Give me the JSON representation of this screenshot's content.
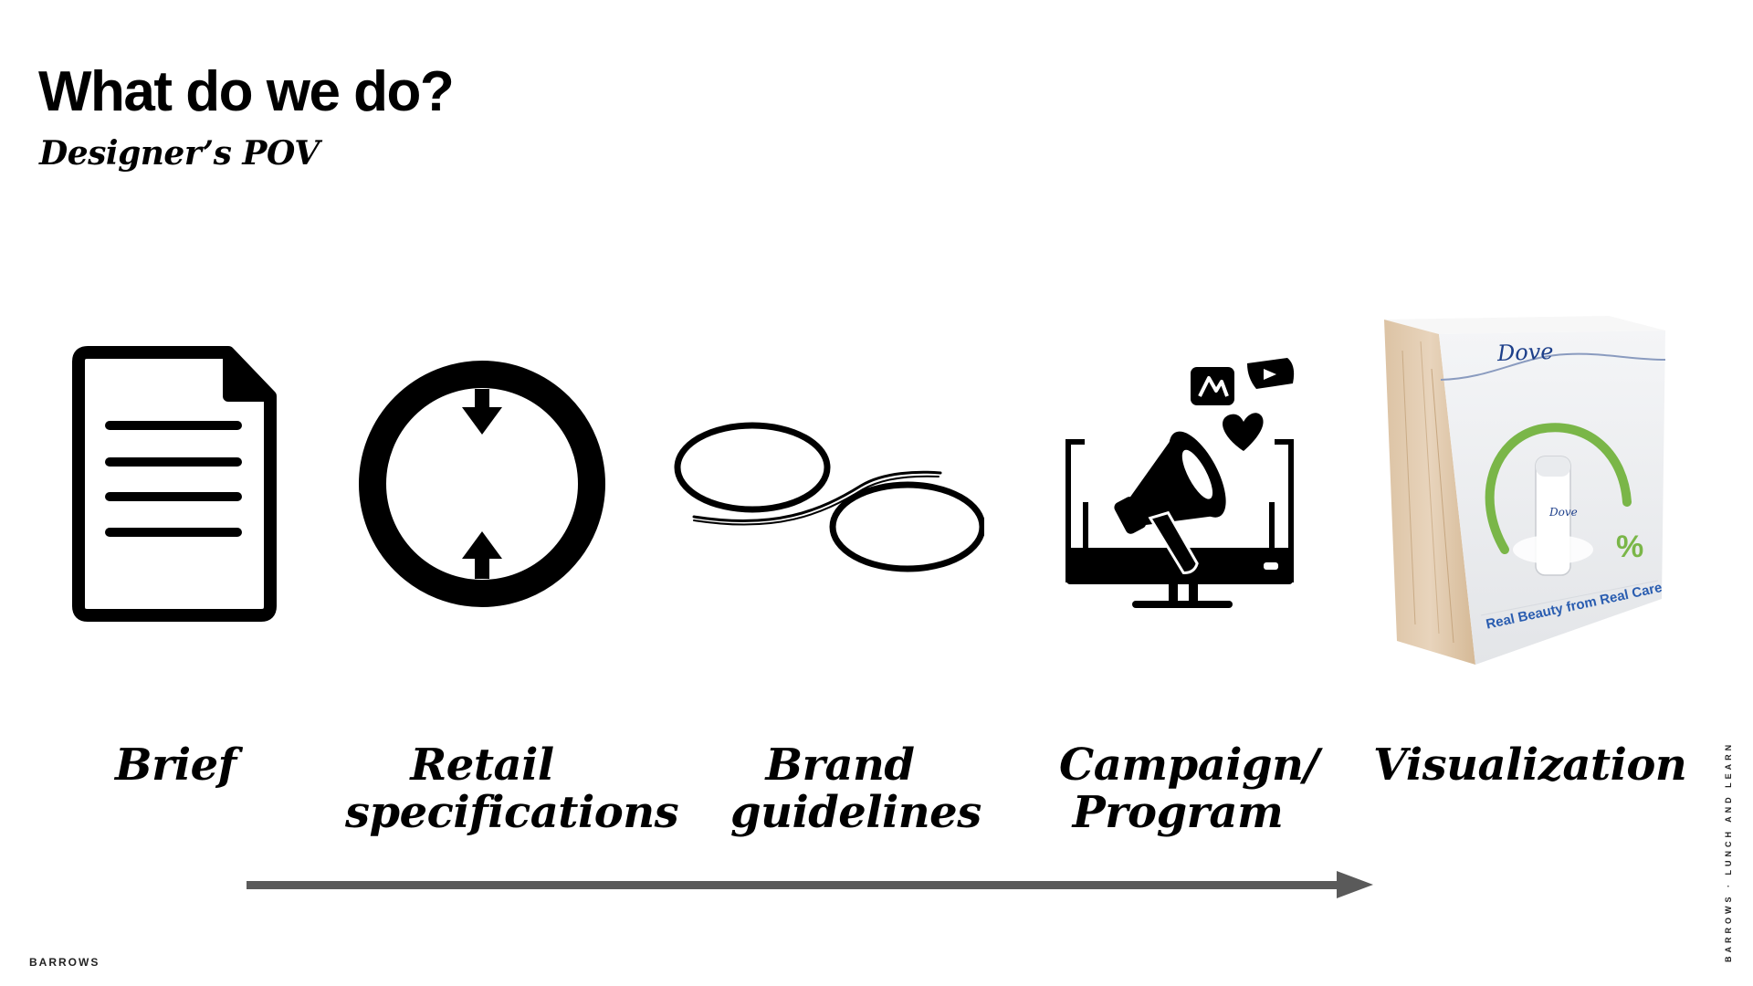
{
  "slide": {
    "title": "What do we do?",
    "subtitle": "Designer’s POV"
  },
  "steps": [
    {
      "icon": "document-icon",
      "label_lines": [
        "Brief"
      ]
    },
    {
      "icon": "retail-spec-icon",
      "label_lines": [
        "Retail",
        "specifications"
      ]
    },
    {
      "icon": "brand-guidelines-icon",
      "label_lines": [
        "Brand",
        "guidelines"
      ]
    },
    {
      "icon": "megaphone-monitor-icon",
      "label_lines": [
        "Campaign/",
        "Program"
      ]
    },
    {
      "icon": "product-display-image",
      "label_lines": [
        "Visualization"
      ]
    }
  ],
  "visualization_box": {
    "brand": "Dove",
    "tagline": "Real Beauty from Real Care",
    "product_label": "Dove",
    "percent_symbol": "%",
    "accent_color": "#7ab648",
    "brand_color": "#1d3f8a"
  },
  "footer": {
    "logo": "BARROWS",
    "side_tag": "BARROWS · LUNCH AND LEARN"
  },
  "colors": {
    "arrow": "#5a5a5a",
    "icon": "#000000"
  }
}
